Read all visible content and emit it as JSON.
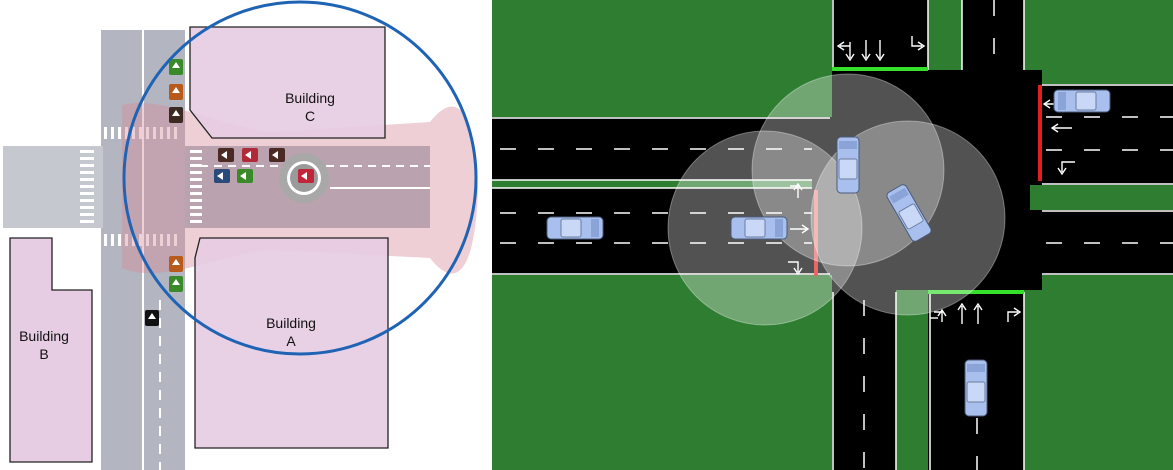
{
  "left_panel": {
    "buildings": {
      "a": {
        "label_line1": "Building",
        "label_line2": "A"
      },
      "b": {
        "label_line1": "Building",
        "label_line2": "B"
      },
      "c": {
        "label_line1": "Building",
        "label_line2": "C"
      }
    },
    "colors": {
      "building": "#e7cde3",
      "road": "#b3b6c0",
      "street": "#b29aa8",
      "coverage": "#d99aa5",
      "circle": "#1f63b5",
      "roundabout": "#9a9a9a"
    },
    "icons": [
      "parked-car-icon",
      "roundabout-icon",
      "coverage-circle-icon"
    ]
  },
  "right_panel": {
    "colors": {
      "grass": "#2f7d31",
      "road": "#000000",
      "vehicle": "#9db4e8",
      "sensor_range": "#ffffff",
      "signal_green": "#35e02a",
      "signal_red": "#e02020"
    },
    "icons": [
      "vehicle-icon",
      "lane-arrow-icon",
      "sensor-range-icon"
    ]
  }
}
